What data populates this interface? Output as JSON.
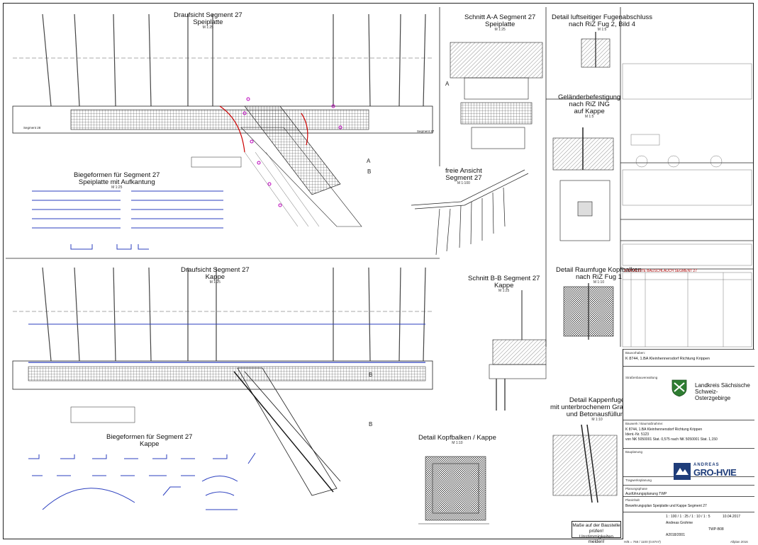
{
  "sheet": {
    "titles": {
      "top_plan": {
        "title": "Draufsicht Segment 27",
        "subtitle": "Speiplatte",
        "scale": "M 1:25"
      },
      "section_aa": {
        "title": "Schnitt A-A Segment 27",
        "subtitle": "Speiplatte",
        "scale": "M 1:25"
      },
      "detail_joint": {
        "title": "Detail luftseitiger Fugenabschluss",
        "subtitle": "nach RiZ Fug 2, Bild 4",
        "scale": "M 1:5"
      },
      "railing": {
        "title": "Geländerbefestigung",
        "line2": "nach RiZ ING",
        "line3": "auf Kappe",
        "scale": "M 1:5"
      },
      "bending_top": {
        "title": "Biegeformen für Segment 27",
        "subtitle": "Speiplatte mit Aufkantung",
        "scale": "M 1:25"
      },
      "free_view": {
        "title": "freie Ansicht",
        "subtitle": "Segment 27",
        "scale": "M 1:100"
      },
      "plan_cap": {
        "title": "Draufsicht Segment 27",
        "subtitle": "Kappe",
        "scale": "M 1:25"
      },
      "section_bb": {
        "title": "Schnitt B-B Segment 27",
        "subtitle": "Kappe",
        "scale": "M 1:25"
      },
      "detail_room_joint": {
        "title": "Detail Raumfuge Kopfbalken",
        "subtitle": "nach RiZ Fug 1",
        "scale": "M 1:10"
      },
      "bending_cap": {
        "title": "Biegeformen für Segment 27",
        "subtitle": "Kappe"
      },
      "detail_head": {
        "title": "Detail Kopfbalken / Kappe",
        "scale": "M 1:10"
      },
      "detail_cap_joint": {
        "title": "Detail Kappenfuge",
        "line2": "mit unterbrochenem Granitbord",
        "line3": "und Betonausfüllung",
        "scale": "M 1:10"
      }
    },
    "parts_list_title": "STÜCKLISTE BAUSCHLAUCH SEGMENT 27",
    "section_marks": [
      "A",
      "A",
      "B",
      "B",
      "B"
    ],
    "segment_labels": [
      "Segment 28",
      "Segment 27"
    ],
    "warning": "Maße auf der Baustelle prüfen! Unstimmigkeiten melden!",
    "footer_left": "H/B = 768 / 1100 (0.87m²)",
    "footer_right": "Allplan 2016"
  },
  "title_block": {
    "project_label": "Bauvorhaben:",
    "project": "K 8744, 1.BA Kleinhennersdorf Richtung Krippen",
    "client_label": "Straßenbauverwaltung",
    "client": "Landkreis Sächsische Schweiz-Osterzgebirge",
    "work_label": "Bauwerk / Baumaßnahme:",
    "work_lines": [
      "K 8744, 1.BA Kleinhennersdorf Richtung Krippen",
      "Ident.-Nr. 5123",
      "von NK 5050001 Stat. 0,575 nach NK 5050001 Stat. 1,150"
    ],
    "planning_label": "Bauplanung",
    "structural_label": "Tragwerksplanung",
    "designer": "ANDREAS GRO-HVIE",
    "designer_pre": "ANDREAS",
    "designer_name": "GRO-HVIE",
    "phase_label": "Planungsphase",
    "phase": "Ausführungsplanung TWP",
    "content_label": "Planinhalt",
    "content": "Bewehrungsplan Speiplatte und Kappe Segment 27",
    "scale_row": "1 : 100 / 1 : 25 / 1 : 10 / 1 : 5",
    "date": "10.04.2017",
    "drawn_by": "Andreas Grohme",
    "plan_no": "TWP-B08",
    "index_no": "A2018/2001"
  }
}
